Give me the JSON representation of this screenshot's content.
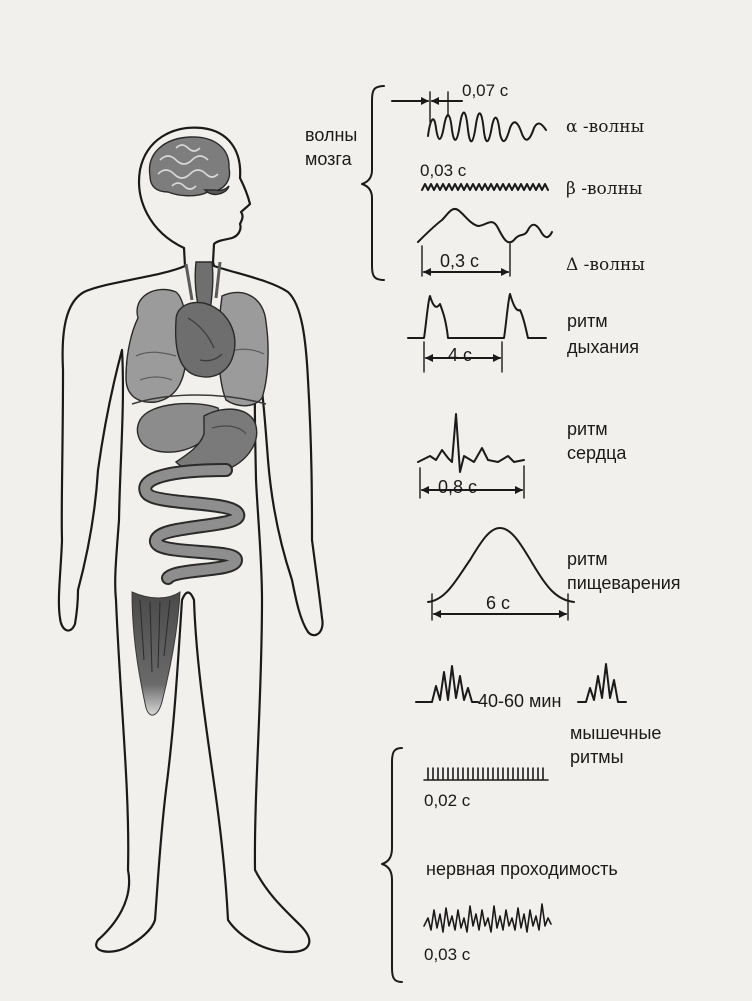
{
  "brain_waves": {
    "group_label_line1": "волны",
    "group_label_line2": "мозга",
    "alpha": {
      "label": "α -волны",
      "period": "0,07 с"
    },
    "beta": {
      "label": "β -волны",
      "period": "0,03 с"
    },
    "delta": {
      "label": "Δ -волны",
      "period": "0,3 с"
    }
  },
  "breathing": {
    "label_line1": "ритм",
    "label_line2": "дыхания",
    "period": "4 с"
  },
  "heart": {
    "label_line1": "ритм",
    "label_line2": "сердца",
    "period": "0,8 с"
  },
  "digestion": {
    "label_line1": "ритм",
    "label_line2": "пищеварения",
    "period": "6 с"
  },
  "muscle": {
    "label_line1": "мышечные",
    "label_line2": "ритмы",
    "period": "40-60 мин"
  },
  "nerve": {
    "label": "нервная проходимость",
    "period_1": "0,02 с",
    "period_2": "0,03 с"
  },
  "colors": {
    "ink": "#1a1a1a",
    "organ": "#8a8a8a",
    "organ_dark": "#5a5a5a",
    "paper": "#f1f0ec"
  }
}
